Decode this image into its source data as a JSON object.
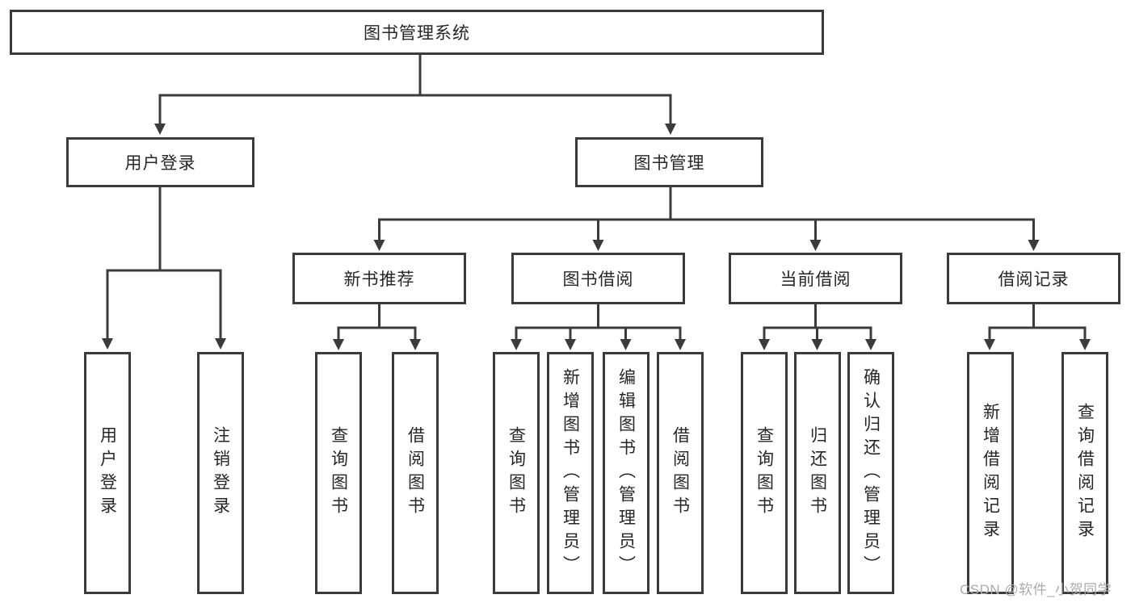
{
  "tree": {
    "root": "图书管理系统",
    "children": [
      {
        "label": "用户登录",
        "children": [
          "用户登录",
          "注销登录"
        ]
      },
      {
        "label": "图书管理",
        "children": [
          {
            "label": "新书推荐",
            "children": [
              "查询图书",
              "借阅图书"
            ]
          },
          {
            "label": "图书借阅",
            "children": [
              "查询图书",
              "新增图书（管理员）",
              "编辑图书（管理员）",
              "借阅图书"
            ]
          },
          {
            "label": "当前借阅",
            "children": [
              "查询图书",
              "归还图书",
              "确认归还（管理员）"
            ]
          },
          {
            "label": "借阅记录",
            "children": [
              "新增借阅记录",
              "查询借阅记录"
            ]
          }
        ]
      }
    ]
  },
  "watermark": {
    "text": "CSDN @软件_小贺同学"
  },
  "colors": {
    "line": "#3b3b3b",
    "text": "#262626",
    "watermark": "#ababab",
    "background": "#ffffff"
  }
}
